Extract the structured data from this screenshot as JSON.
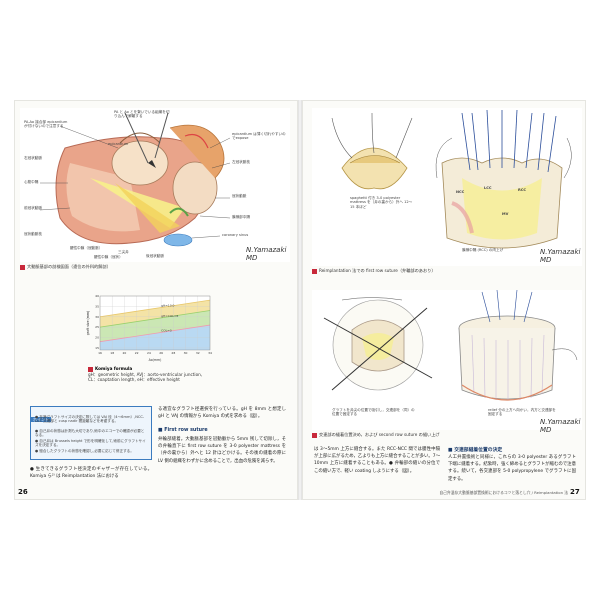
{
  "left_page": {
    "figure1": {
      "caption": "大動脈基部の剖検図面（遠位の外科的解剖）",
      "labels": {
        "top1": "PA と Ao とを繋いでいる組織を切り込んで解離する",
        "pa_ao": "PA-Ao 接合部 epicardium が付けないので注意する",
        "epicardium": "epicardium",
        "aorta": "右冠状動脈",
        "lv": "心筋中隔",
        "lad": "前冠状動脈",
        "left_side": "冠状動脈枝",
        "bottom1": "腱性中膜（冠動脈）",
        "bottom2": "三尖弁",
        "bottom3": "腱性中膜（冠状）",
        "bottom4": "後冠状動脈",
        "right1": "epicardium は薄く切れやすいのでexpose",
        "right2": "左冠状脈枝",
        "right3": "冠状動脈",
        "right4": "膜様部中隔",
        "coronary": "coronary sinus"
      },
      "signature": "N.Yamazaki MD"
    },
    "chart": {
      "title_label": "Komiya formula",
      "caption_lines": [
        "gH：geometric height, AVJ：aorto-ventricular junction,",
        "CL：coaptation length, eH：effective height"
      ]
    },
    "point_box": {
      "label": "ポイント",
      "lines": [
        "● 至適グラフトサイズの決定に際しては VAJ 径（4～6mm）,NCC-LCC 交連部と cusp nadir 間距離などを考慮する。",
        "● 自己弁の状態は計測も大切であり,術中のエコーでの確認が必要となる。",
        "● 自己弁は Brussels height で形を明確化して,術前にグラフトサイズを決定する。",
        "● 縫合したグラフトの状態を確認し,必要に応じて修正する。"
      ]
    },
    "body_left": "● 生きてきるグラフト径決定のギャザーが存在している。Komiya ら²⁾ は Reimplantation 法における",
    "body_right": "る適宜なグラフト径選択を行っている。gH を 8mm と想定し gH と VAJ の情報から Komiya の式を求める（図）。",
    "section_heading": "■ First row suture",
    "section_text": "弁輪部縫着。大動脈基部を冠動脈から 5mm 残して切除し，その弁輪直下に first row suture を 3-0 polyester mattress を（弁の裏から）外へと 12 針ほどかける。その後の縫着の際に LV 側の組織をわずかに含めることで，出血の危険を減らす。",
    "page_number": "26"
  },
  "right_page": {
    "figure2": {
      "caption": "Reimplantation 法での first row suture（弁輪部のあおり）",
      "labels": {
        "lcc": "LCC",
        "ncc": "NCC",
        "rcc": "RCC",
        "mv": "MV",
        "note1": "spaghetti 付き 3-0 polyester mattress を（弁の裏から）外へ 12～15 本ほど",
        "note2": "膜様中隔 (RCC) の肉上げ"
      },
      "signature": "N.Yamazaki MD"
    },
    "figure3": {
      "caption": "交連部の縫着位置決め，および second row suture の縫い上げ",
      "note_left": "グラフトを弁尖の位置で吸引し，交連部を（同）の位置で固定する",
      "note_right": "relief 分の上方へ向かい，内方と交連部を固定する",
      "signature": "N.Yamazaki MD"
    },
    "body_left": "は 3～5mm 上方に縫合する。また RCC-NCC 間では膜性中隔が上部に広がるため，乙よりも上方に縫合することが多い。7～10mm 上方に縫着することもある。● 弁輪部の縫いの分位でこの縫い方で、軽い coating しようにする（図）。",
    "section_heading": "■ 交連部縫着位置の決定",
    "section_text": "人工弁置換術と同様に，これらの 3-0 polyester あるグラフト下端に縫着する。結紮時，強く締めるとグラフトが縮むので注意する。続いて，各交連部を 5-0 polypropylene でグラフトに固定する。",
    "runner": "自己弁温存大動脈基部置換術におけるコツと落とし穴 / Reimplantation 法",
    "page_number": "27"
  },
  "chart_data": {
    "type": "line",
    "title": "",
    "xlabel": "Ao(mm)",
    "ylabel": "graft size (mm)",
    "xlim": [
      16,
      34
    ],
    "ylim": [
      14,
      40
    ],
    "x_ticks": [
      16,
      18,
      20,
      22,
      24,
      26,
      28,
      30,
      32,
      34
    ],
    "y_ticks": [
      15,
      20,
      25,
      30,
      35,
      40
    ],
    "grid": true,
    "series": [
      {
        "name": "gH=10.0",
        "x": [
          16,
          34
        ],
        "y": [
          30,
          38
        ],
        "color": "#e8c76a"
      },
      {
        "name": "gH=COL=8",
        "x": [
          16,
          34
        ],
        "y": [
          25,
          33
        ],
        "color": "#9ad06b"
      },
      {
        "name": "COL=0",
        "x": [
          16,
          34
        ],
        "y": [
          18,
          26
        ],
        "color": "#f09bb0"
      }
    ],
    "bands": [
      {
        "from": "gH=10.0",
        "to": "gH=COL=8",
        "color": "#f4e3a6"
      },
      {
        "from": "gH=COL=8",
        "to": "COL=0",
        "color": "#cbe7b4"
      },
      {
        "from": "COL=0",
        "to": "bottom",
        "color": "#b9d9f2"
      }
    ]
  }
}
